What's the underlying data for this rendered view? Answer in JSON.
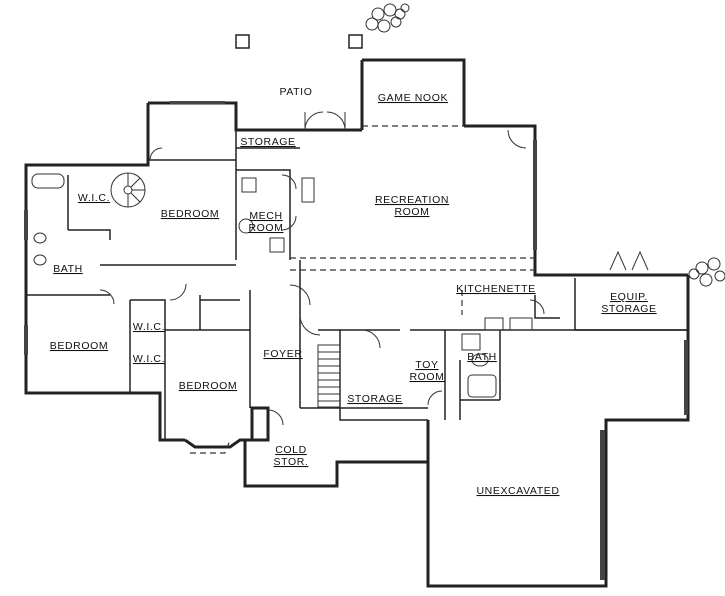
{
  "plan": {
    "labels": {
      "patio": "PATIO",
      "game_nook": "GAME NOOK",
      "storage_top": "STORAGE",
      "recreation_1": "RECREATION",
      "recreation_2": "ROOM",
      "wic_top": "W.I.C.",
      "bedroom_top": "BEDROOM",
      "mech_1": "MECH",
      "mech_2": "ROOM",
      "bath_left": "BATH",
      "bedroom_left": "BEDROOM",
      "wic_mid_1": "W.I.C.",
      "wic_mid_2": "W.I.C.",
      "bedroom_mid": "BEDROOM",
      "foyer": "FOYER",
      "kitchenette": "KITCHENETTE",
      "equip_1": "EQUIP.",
      "equip_2": "STORAGE",
      "toy_1": "TOY",
      "toy_2": "ROOM",
      "bath_right": "BATH",
      "storage_mid": "STORAGE",
      "cold_1": "COLD",
      "cold_2": "STOR.",
      "unexcavated": "UNEXCAVATED"
    }
  }
}
